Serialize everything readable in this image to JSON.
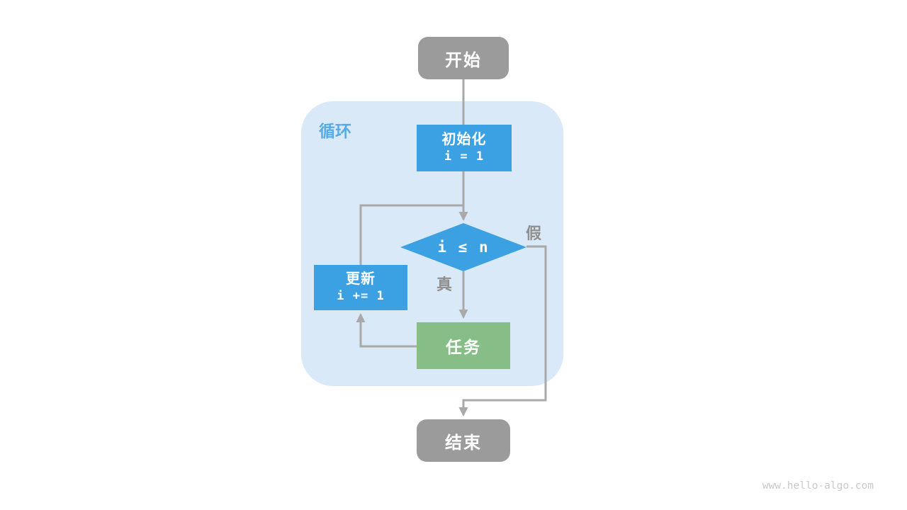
{
  "diagram": {
    "type": "flowchart",
    "loop_container": {
      "label": "循环"
    },
    "nodes": {
      "start": {
        "label": "开始"
      },
      "init": {
        "label": "初始化",
        "code": "i = 1"
      },
      "condition": {
        "label": "i ≤ n"
      },
      "update": {
        "label": "更新",
        "code": "i += 1"
      },
      "task": {
        "label": "任务"
      },
      "end": {
        "label": "结束"
      }
    },
    "edge_labels": {
      "true_branch": "真",
      "false_branch": "假"
    },
    "edges": [
      {
        "from": "start",
        "to": "init"
      },
      {
        "from": "init",
        "to": "condition"
      },
      {
        "from": "condition",
        "to": "task",
        "label": "真"
      },
      {
        "from": "task",
        "to": "update"
      },
      {
        "from": "update",
        "to": "condition"
      },
      {
        "from": "condition",
        "to": "end",
        "label": "假"
      }
    ],
    "colors": {
      "terminal_gray": "#9b9b9b",
      "process_blue": "#3ba1e3",
      "task_green": "#87be87",
      "container_light_blue": "#d9e9f8",
      "loop_label_blue": "#56abe9",
      "line_gray": "#a9a9a9",
      "edge_label_gray": "#8f8f8f",
      "watermark_gray": "#c9c9c9",
      "node_text": "#ffffff"
    },
    "watermark": "www.hello-algo.com"
  }
}
